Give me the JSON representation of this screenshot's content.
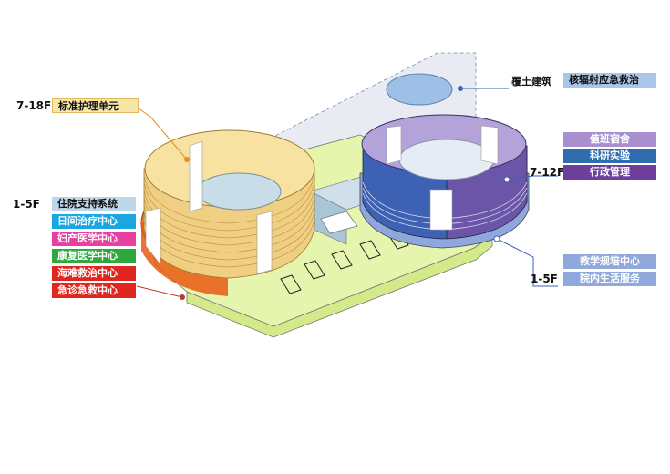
{
  "left_tower": {
    "upper_floors": "7-18F",
    "upper_label": "标准护理单元",
    "lower_floors": "1-5F",
    "lower_labels": [
      "住院支持系统",
      "日间治疗中心",
      "妇产医学中心",
      "康复医学中心",
      "海难救治中心",
      "急诊急救中心"
    ]
  },
  "right_tower": {
    "roof_label": "覆土建筑",
    "roof_tag": "核辐射应急救治",
    "upper_floors": "7-12F",
    "upper_labels": [
      "值班宿舍",
      "科研实验",
      "行政管理"
    ],
    "lower_floors": "1-5F",
    "lower_labels": [
      "教学规培中心",
      "院内生活服务"
    ]
  },
  "colors": {
    "standard_care": "#f7e6a8",
    "support": "#bcd7ea",
    "day_treatment": "#1aa7e0",
    "maternity": "#e83fa0",
    "rehab": "#2ea83c",
    "maritime": "#e0261e",
    "emergency": "#e0261e",
    "earth_covered": "#a9c6e8",
    "dorm": "#a78fd0",
    "research": "#2f6cb0",
    "admin": "#6e3e9c",
    "teaching": "#8fa9dc",
    "podium": "#e3f4a8"
  }
}
